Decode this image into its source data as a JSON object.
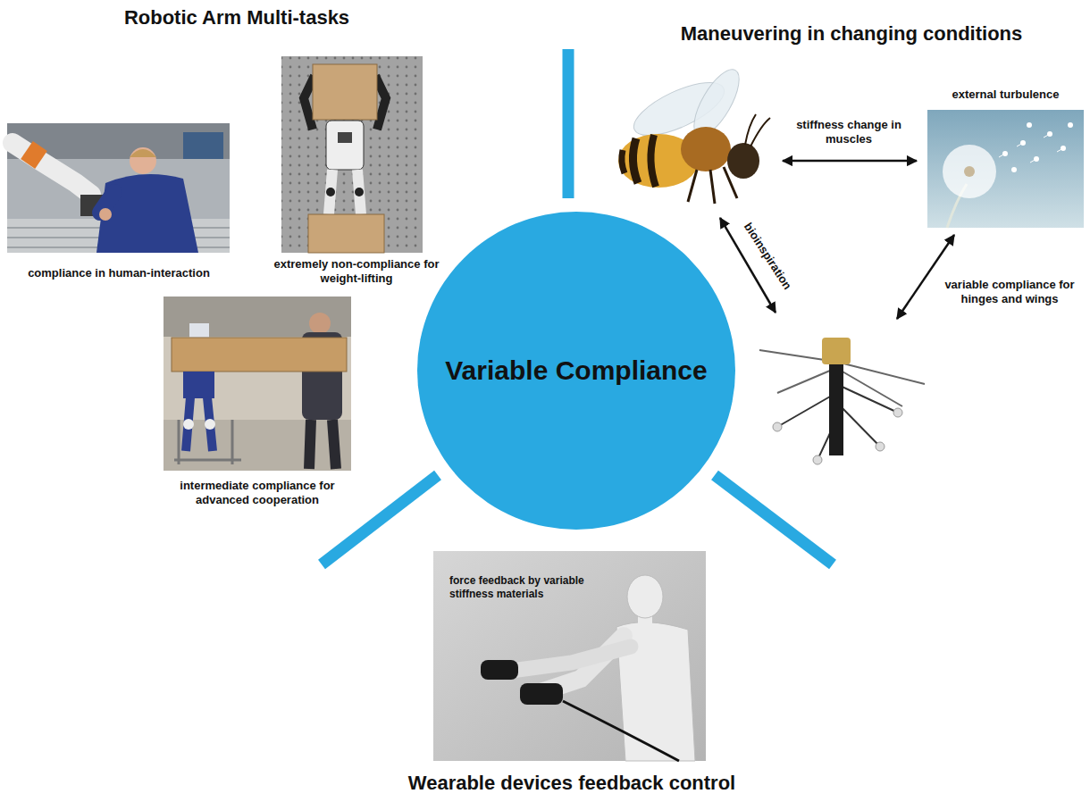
{
  "diagram": {
    "nodes": [
      {
        "text": [
          "compliance in human-interaction"
        ]
      },
      {
        "text": [
          "extremely non-compliance for weight-lifting"
        ]
      },
      {
        "text": [
          "intermediate compliance for advanced cooperation"
        ]
      },
      {
        "text": [
          "Variable Compliance"
        ]
      },
      {
        "text": [
          "external turbulence"
        ]
      },
      {
        "text": [
          "force feedback by variable stiffness materials"
        ]
      }
    ],
    "labels": [
      "Robotic Arm Multi-tasks",
      "Maneuvering in changing conditions",
      "stiffness change in muscles",
      "bioinspiration",
      "variable compliance for hinges and wings",
      "Wearable devices feedback control"
    ]
  }
}
